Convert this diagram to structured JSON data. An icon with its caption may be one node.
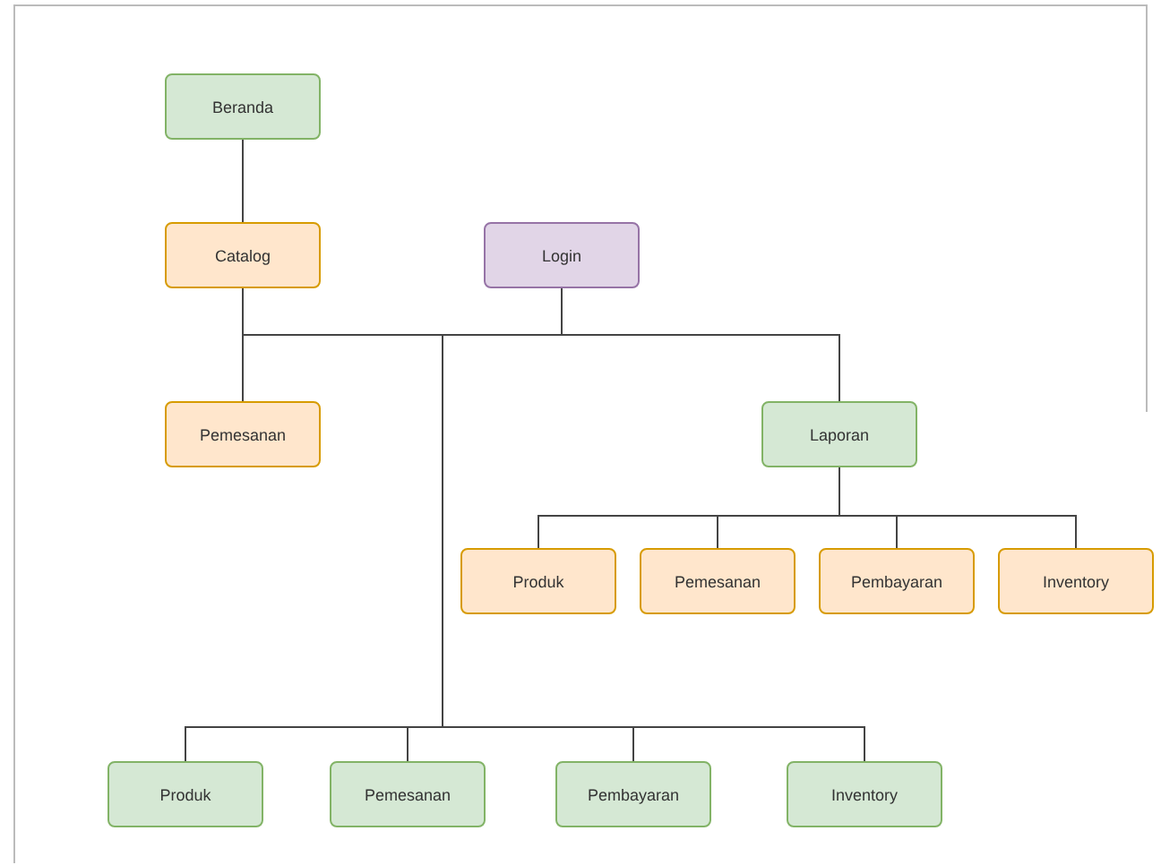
{
  "diagram": {
    "nodes": [
      {
        "text": [
          "Beranda"
        ]
      },
      {
        "text": [
          "Catalog"
        ]
      },
      {
        "text": [
          "Login"
        ]
      },
      {
        "text": [
          "Pemesanan"
        ]
      },
      {
        "text": [
          "Laporan"
        ]
      },
      {
        "text": [
          "Produk"
        ]
      },
      {
        "text": [
          "Pemesanan"
        ]
      },
      {
        "text": [
          "Pembayaran"
        ]
      },
      {
        "text": [
          "Inventory"
        ]
      },
      {
        "text": [
          "Produk"
        ]
      },
      {
        "text": [
          "Pemesanan"
        ]
      },
      {
        "text": [
          "Pembayaran"
        ]
      },
      {
        "text": [
          "Inventory"
        ]
      }
    ],
    "edges": [
      {
        "from": 0,
        "to": 1,
        "arrow": "none"
      },
      {
        "from": 1,
        "to": 3,
        "arrow": "none"
      },
      {
        "from": 2,
        "to": 1,
        "arrow": "none"
      },
      {
        "from": 2,
        "to": 4,
        "arrow": "none"
      },
      {
        "from": 4,
        "to": 5,
        "arrow": "none"
      },
      {
        "from": 4,
        "to": 6,
        "arrow": "none"
      },
      {
        "from": 4,
        "to": 7,
        "arrow": "none"
      },
      {
        "from": 4,
        "to": 8,
        "arrow": "none"
      },
      {
        "from": 2,
        "to": 9,
        "arrow": "none"
      },
      {
        "from": 2,
        "to": 10,
        "arrow": "none"
      },
      {
        "from": 2,
        "to": 11,
        "arrow": "none"
      },
      {
        "from": 2,
        "to": 12,
        "arrow": "none"
      }
    ]
  }
}
